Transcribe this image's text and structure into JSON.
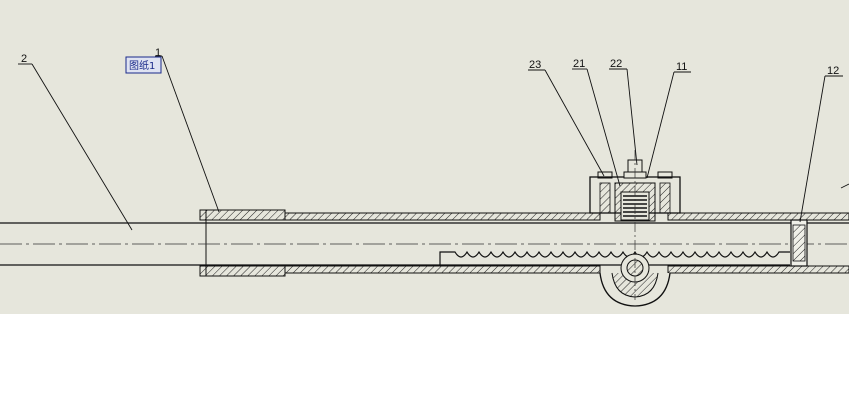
{
  "sheet_tag": "图纸1",
  "callouts": [
    {
      "id": "c2",
      "label": "2"
    },
    {
      "id": "c1",
      "label": "1"
    },
    {
      "id": "c23",
      "label": "23"
    },
    {
      "id": "c21",
      "label": "21"
    },
    {
      "id": "c22",
      "label": "22"
    },
    {
      "id": "c11",
      "label": "11"
    },
    {
      "id": "c12",
      "label": "12"
    }
  ],
  "colors": {
    "sheet_background": "#e6e6dc",
    "page_background": "#ffffff",
    "line": "#111111",
    "hatch": "#222222",
    "tag_border": "#1a2a8a",
    "tag_text": "#1a2a8a",
    "tag_fill": "#dfe3f2"
  }
}
